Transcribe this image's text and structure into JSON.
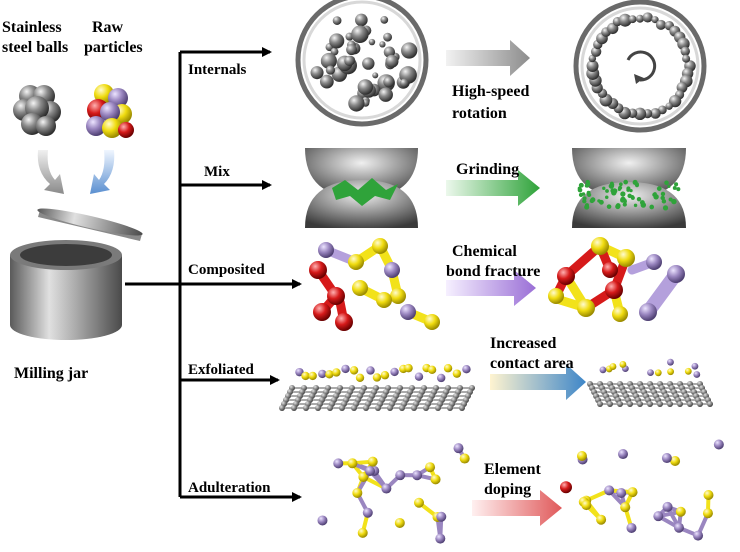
{
  "left": {
    "balls_label": [
      "Stainless",
      "steel balls"
    ],
    "particles_label": [
      "Raw",
      "particles"
    ],
    "jar_label": "Milling jar"
  },
  "branches": [
    {
      "label": "Internals",
      "process": [
        "High-speed",
        "rotation"
      ]
    },
    {
      "label": "Mix",
      "process": [
        "Grinding"
      ]
    },
    {
      "label": "Composited",
      "process": [
        "Chemical",
        "bond fracture"
      ]
    },
    {
      "label": "Exfoliated",
      "process": [
        "Increased",
        "contact area"
      ]
    },
    {
      "label": "Adulteration",
      "process": [
        "Element",
        "doping"
      ]
    }
  ],
  "colors": {
    "steel": "#6e6e6e",
    "sulfur": "#f2e21a",
    "metal": "#9a86c0",
    "oxygen": "#d61a1a",
    "green": "#2fa33a",
    "graphene": "#7f7f7f"
  }
}
